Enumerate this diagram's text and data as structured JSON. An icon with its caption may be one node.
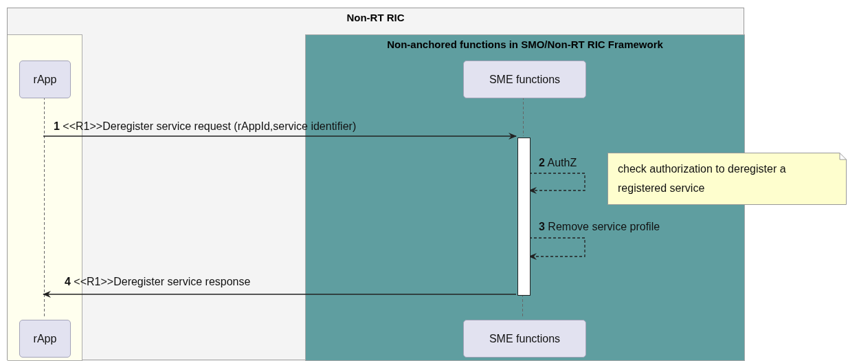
{
  "diagram": {
    "nodes": [
      {
        "text": [
          "Non-RT RIC"
        ]
      },
      {
        "text": [],
        "shape": "box",
        "in": 0
      },
      {
        "text": [
          "Non-anchored functions in SMO/Non-RT RIC Framework"
        ],
        "in": 0
      },
      {
        "text": [
          "rApp"
        ],
        "in": 1
      },
      {
        "text": [
          "SME functions"
        ],
        "in": 2
      },
      {
        "text": [],
        "shape": "bar",
        "in": 2
      },
      {
        "text": [
          "check authorization to deregister a registered service"
        ]
      },
      {
        "text": [
          "rApp"
        ],
        "in": 1
      },
      {
        "text": [
          "SME functions"
        ],
        "in": 2
      }
    ],
    "edges": [
      {
        "from": 3,
        "to": 7,
        "arrow": "none",
        "style": "dashed"
      },
      {
        "from": 4,
        "to": 5,
        "arrow": "none",
        "style": "dashed"
      },
      {
        "from": 5,
        "to": 8,
        "arrow": "none",
        "style": "dashed"
      },
      {
        "from": null,
        "to": 5,
        "arrow": "to",
        "label": "**1** <<R1>>Deregister service request (rAppId,service identifier)"
      },
      {
        "from": 5,
        "to": 5,
        "arrow": "to",
        "style": "dashed",
        "label": "**2** AuthZ"
      },
      {
        "from": 5,
        "to": 5,
        "arrow": "to",
        "style": "dashed",
        "label": "**3** Remove service profile"
      },
      {
        "from": 5,
        "to": null,
        "arrow": "to",
        "label": "**4** <<R1>>Deregister service response"
      }
    ]
  }
}
